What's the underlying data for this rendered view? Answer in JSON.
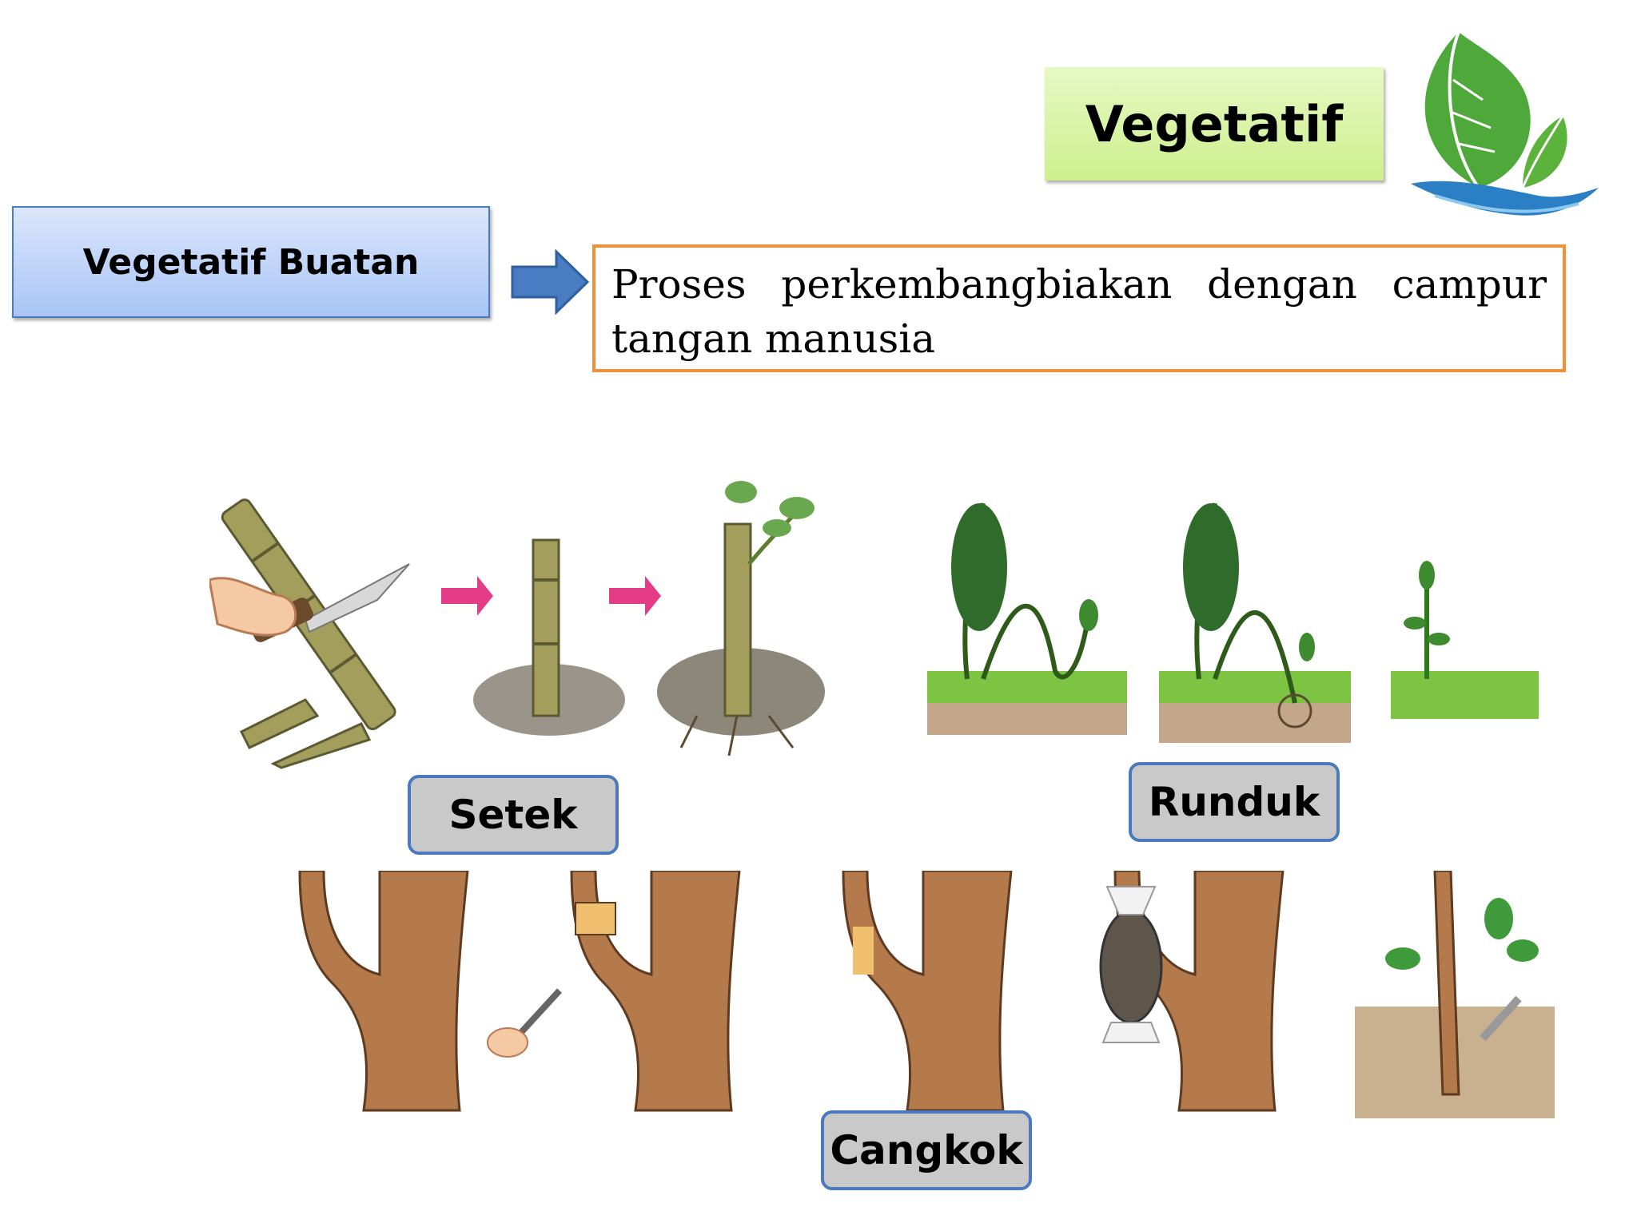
{
  "title": "Vegetatif",
  "category_label": "Vegetatif Buatan",
  "definition": "Proses perkembangbiakan dengan campur tangan manusia",
  "methods": {
    "setek": "Setek",
    "runduk": "Runduk",
    "cangkok": "Cangkok"
  },
  "icons": {
    "logo": "leaf-hand-logo",
    "arrow": "right-arrow-icon"
  },
  "colors": {
    "title_bg": "#cdf08d",
    "label_bg": "#a9c5f6",
    "definition_border": "#f0913a",
    "method_label_bg": "#c9c9c9",
    "method_label_border": "#4a79bf"
  }
}
